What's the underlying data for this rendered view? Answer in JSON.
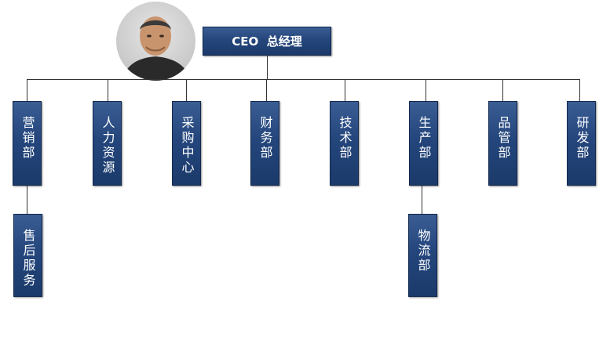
{
  "ceo": {
    "title": "CEO  总经理"
  },
  "departments": [
    {
      "name": "营销部",
      "sub": "售后服务"
    },
    {
      "name": "人力资源"
    },
    {
      "name": "采购中心"
    },
    {
      "name": "财务部"
    },
    {
      "name": "技术部"
    },
    {
      "name": "生产部",
      "sub": "物流部"
    },
    {
      "name": "品管部"
    },
    {
      "name": "研发部"
    }
  ],
  "colors": {
    "box": "#24467c",
    "box_border": "#14294d",
    "line": "#333333",
    "text": "#ffffff"
  },
  "images": {
    "avatar": "ceo-photo"
  }
}
